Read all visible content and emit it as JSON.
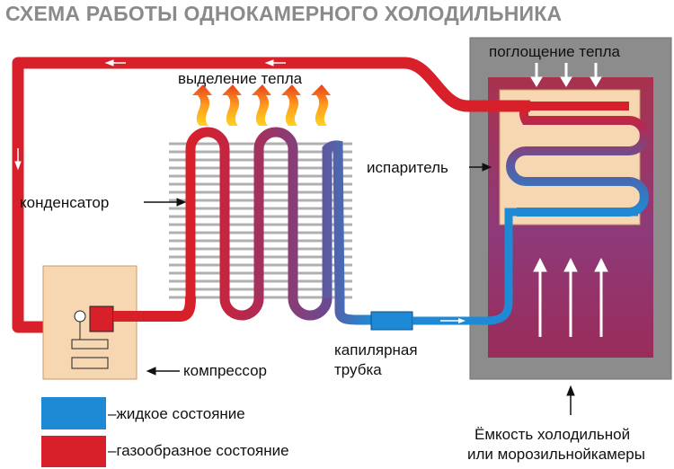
{
  "title": "СХЕМА РАБОТЫ ОДНОКАМЕРНОГО ХОЛОДИЛЬНИКА",
  "labels": {
    "heat_release": "выделение тепла",
    "heat_absorption": "поглощение тепла",
    "evaporator": "испаритель",
    "condenser": "конденсатор",
    "compressor": "компрессор",
    "capillary_line1": "капилярная",
    "capillary_line2": "трубка",
    "chamber_line1": "Ёмкость холодильной",
    "chamber_line2": "или морозильнойкамеры"
  },
  "legend": [
    {
      "text": "–жидкое состояние",
      "color": "#1e8ad6"
    },
    {
      "text": "–газообразное состояние",
      "color": "#d8202a"
    }
  ],
  "colors": {
    "gas": "#d8202a",
    "liquid": "#1e8ad6",
    "transition": "#7a4a8a",
    "fins": "#b0b0b0",
    "chamber_outer": "#8c8c8c",
    "chamber_inner": "#9a2a55",
    "compressor_box": "#f7d7b2",
    "evaporator_panel": "#f7d7b2",
    "title": "#8a8a8a"
  }
}
